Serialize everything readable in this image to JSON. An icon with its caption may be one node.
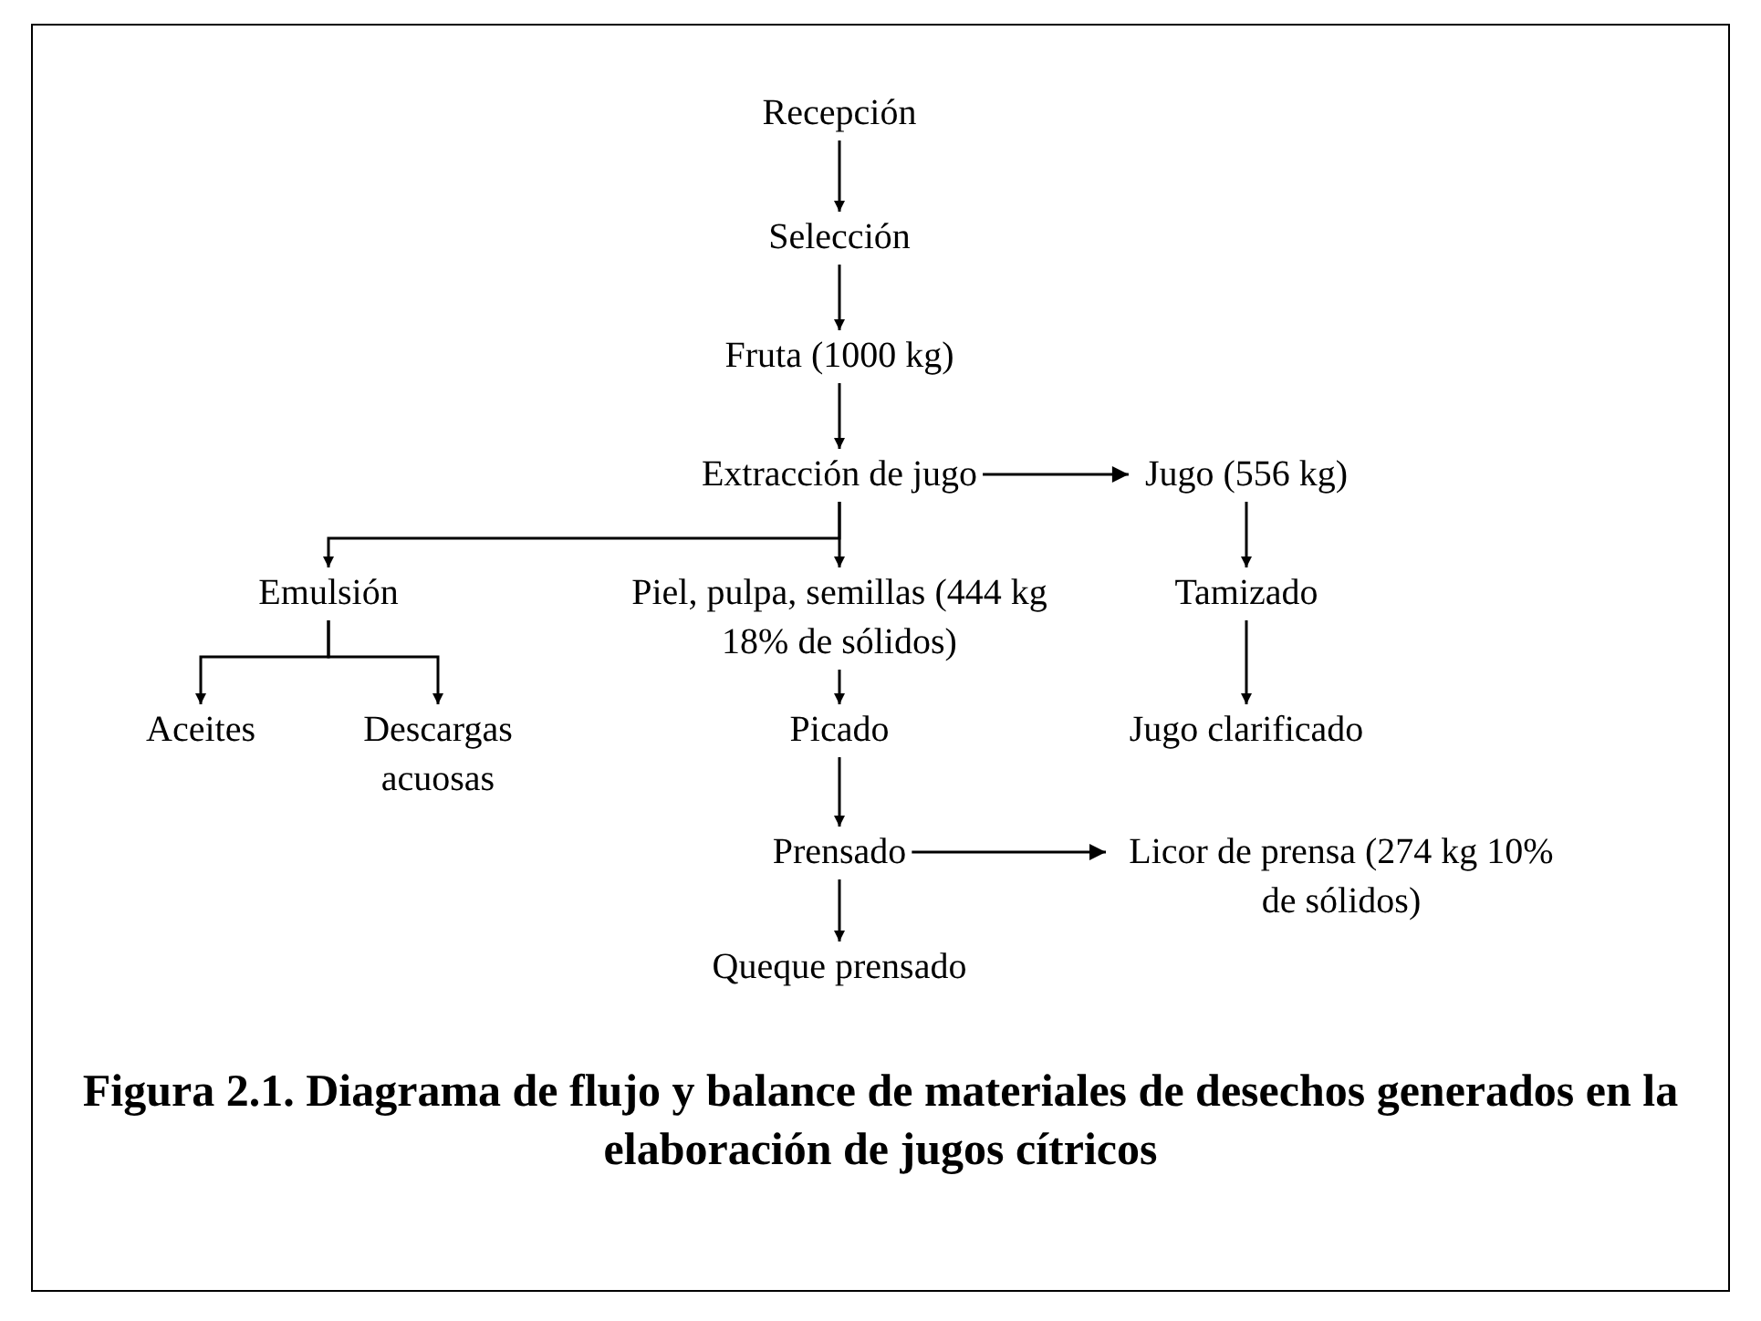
{
  "diagram": {
    "caption": "Figura 2.1. Diagrama de flujo y balance de materiales de desechos generados en la elaboración de jugos cítricos",
    "nodes": [
      {
        "text": [
          "Recepción"
        ]
      },
      {
        "text": [
          "Selección"
        ]
      },
      {
        "text": [
          "Fruta (1000 kg)"
        ]
      },
      {
        "text": [
          "Extracción de jugo"
        ]
      },
      {
        "text": [
          "Emulsión"
        ]
      },
      {
        "text": [
          "Piel, pulpa, semillas (444 kg 18% de sólidos)"
        ]
      },
      {
        "text": [
          "Jugo (556 kg)"
        ]
      },
      {
        "text": [
          "Tamizado"
        ]
      },
      {
        "text": [
          "Aceites"
        ]
      },
      {
        "text": [
          "Descargas acuosas"
        ]
      },
      {
        "text": [
          "Picado"
        ]
      },
      {
        "text": [
          "Jugo clarificado"
        ]
      },
      {
        "text": [
          "Prensado"
        ]
      },
      {
        "text": [
          "Licor de prensa (274 kg 10% de sólidos)"
        ]
      },
      {
        "text": [
          "Queque prensado"
        ]
      }
    ],
    "edges": [
      {
        "from": 0,
        "to": 1,
        "arrow": "to"
      },
      {
        "from": 1,
        "to": 2,
        "arrow": "to"
      },
      {
        "from": 2,
        "to": 3,
        "arrow": "to"
      },
      {
        "from": 3,
        "to": 4,
        "arrow": "to"
      },
      {
        "from": 3,
        "to": 5,
        "arrow": "to"
      },
      {
        "from": 3,
        "to": 6,
        "arrow": "to"
      },
      {
        "from": 6,
        "to": 7,
        "arrow": "to"
      },
      {
        "from": 7,
        "to": 11,
        "arrow": "to"
      },
      {
        "from": 4,
        "to": 8,
        "arrow": "to"
      },
      {
        "from": 4,
        "to": 9,
        "arrow": "to"
      },
      {
        "from": 5,
        "to": 10,
        "arrow": "to"
      },
      {
        "from": 10,
        "to": 12,
        "arrow": "to"
      },
      {
        "from": 12,
        "to": 13,
        "arrow": "to"
      },
      {
        "from": 12,
        "to": 14,
        "arrow": "to"
      }
    ]
  }
}
